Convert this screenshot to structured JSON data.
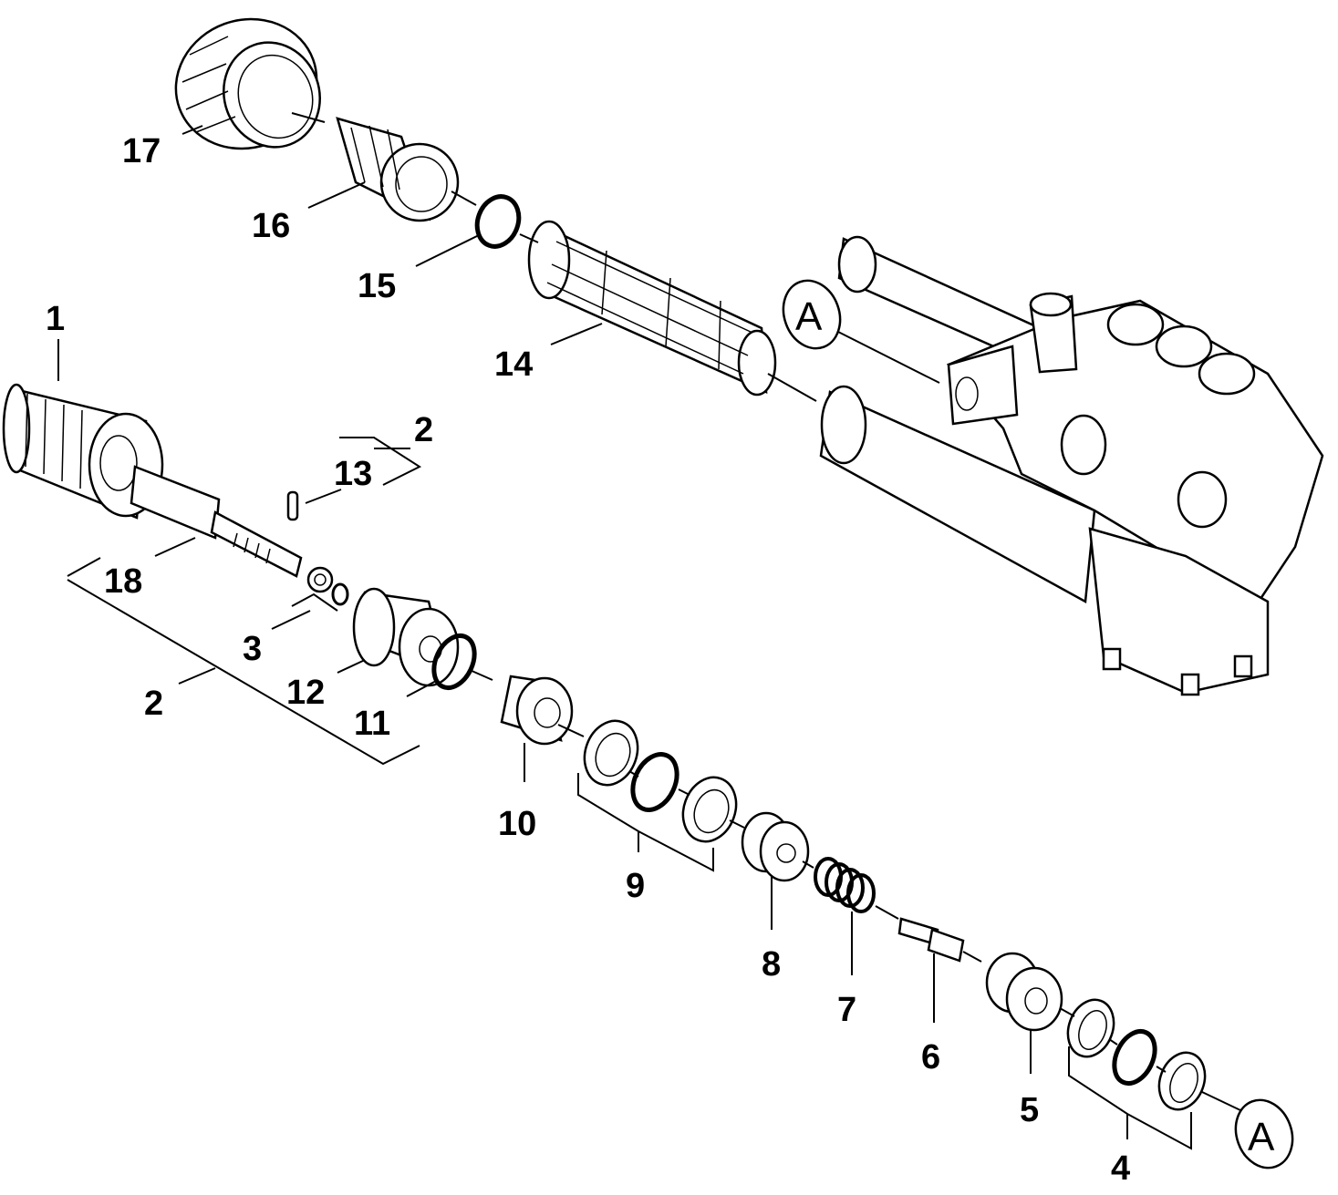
{
  "callouts": {
    "c1": "1",
    "c2_top": "2",
    "c2_bottom": "2",
    "c3": "3",
    "c4": "4",
    "c5": "5",
    "c6": "6",
    "c7": "7",
    "c8": "8",
    "c9": "9",
    "c10": "10",
    "c11": "11",
    "c12": "12",
    "c13": "13",
    "c14": "14",
    "c15": "15",
    "c16": "16",
    "c17": "17",
    "c18": "18"
  },
  "reference_markers": {
    "top": "A",
    "bottom": "A"
  }
}
